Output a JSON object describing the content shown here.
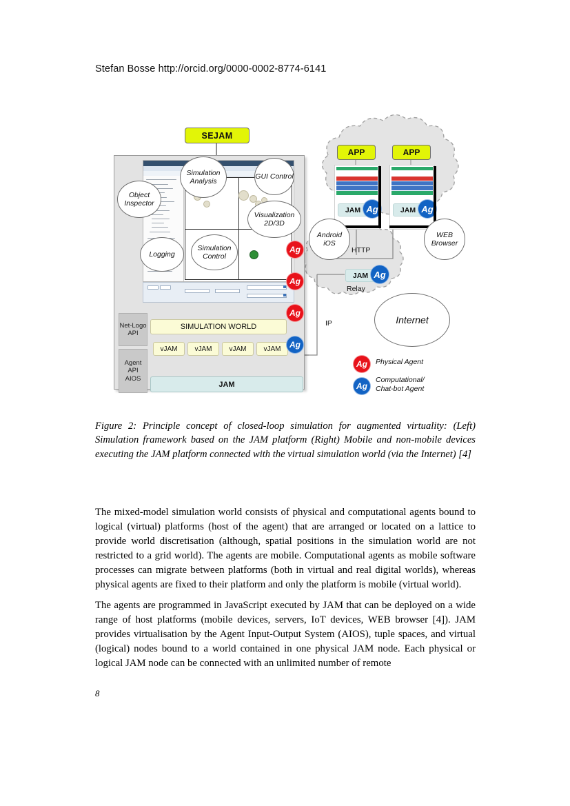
{
  "running_head": "Stefan Bosse http://orcid.org/0000-0002-8774-6141",
  "page_number": "8",
  "figure": {
    "sejam_banner": "SEJAM",
    "callouts": [
      {
        "label": "Object\nInspector"
      },
      {
        "label": "Simulation\nAnalysis"
      },
      {
        "label": "GUI\nControl"
      },
      {
        "label": "Visualization\n2D/3D"
      },
      {
        "label": "Simulation\nControl"
      },
      {
        "label": "Logging"
      }
    ],
    "callout_object_inspector": "Object Inspector",
    "callout_simulation_analysis": "Simulation Analysis",
    "callout_gui_control": "GUI Control",
    "callout_visualization": "Visualization 2D/3D",
    "callout_simulation_control": "Simulation Control",
    "callout_logging": "Logging",
    "side_netlogo": "Net-Logo API",
    "side_agent_api": "Agent API AIOS",
    "simulation_world": "SIMULATION WORLD",
    "vjam_boxes": [
      "vJAM",
      "vJAM",
      "vJAM",
      "vJAM"
    ],
    "jam_box": "JAM",
    "agent_column": [
      {
        "label": "Ag",
        "color": "#e8121a"
      },
      {
        "label": "Ag",
        "color": "#e8121a"
      },
      {
        "label": "Ag",
        "color": "#e8121a"
      },
      {
        "label": "Ag",
        "color": "#1263c4"
      }
    ],
    "devices": [
      {
        "app_label": "APP",
        "jam_label": "JAM",
        "agent_label": "Ag",
        "device_label": "Android iOS"
      },
      {
        "app_label": "APP",
        "jam_label": "JAM",
        "agent_label": "Ag",
        "device_label": "WEB Browser"
      }
    ],
    "device_left_name": "Android\niOS",
    "device_right_name": "WEB\nBrowser",
    "protocol_http": "HTTP",
    "protocol_ip": "IP",
    "relay_jam": "JAM",
    "relay_agent": "Ag",
    "relay_label": "Relay",
    "internet_label": "Internet",
    "legend": [
      {
        "marker": "Ag",
        "color": "#e8121a",
        "text": "Physical Agent"
      },
      {
        "marker": "Ag",
        "color": "#1263c4",
        "text": "Computational/\nChat-bot Agent"
      }
    ],
    "legend_physical": "Physical Agent",
    "legend_computational_line1": "Computational/",
    "legend_computational_line2": "Chat-bot Agent",
    "colors": {
      "yellow_banner": "#e2f507",
      "agent_red": "#e8121a",
      "agent_blue": "#1263c4",
      "panel_gray": "#e3e3e3",
      "jam_teal": "#d8ebeb",
      "world_cream": "#fbfbd6"
    }
  },
  "caption": "Figure 2: Principle concept of closed-loop simulation for augmented virtuality: (Left) Simulation framework based on the JAM platform (Right) Mobile and non-mobile devices executing the JAM platform connected with the virtual simulation world (via the Internet) [4]",
  "body": {
    "paragraph1": "The mixed-model simulation world consists of physical and computational agents bound to logical (virtual)  platforms (host of the agent) that are arranged or located on a lattice to provide world discretisation (although, spatial positions in the simulation world are not restricted to a grid world). The agents are mobile. Computational agents as mobile software processes can migrate between platforms (both in virtual and real digital worlds), whereas physical agents are fixed to their platform and only the platform is mobile (virtual world).",
    "paragraph2": "The agents are programmed in JavaScript executed by JAM that can be deployed on a wide range of host platforms (mobile devices, servers, IoT devices, WEB browser [4]). JAM provides virtualisation by the Agent Input-Output System (AIOS), tuple spaces, and virtual (logical) nodes bound to a world contained in one physical JAM node. Each physical or logical JAM node can be connected with an unlimited number of remote"
  }
}
